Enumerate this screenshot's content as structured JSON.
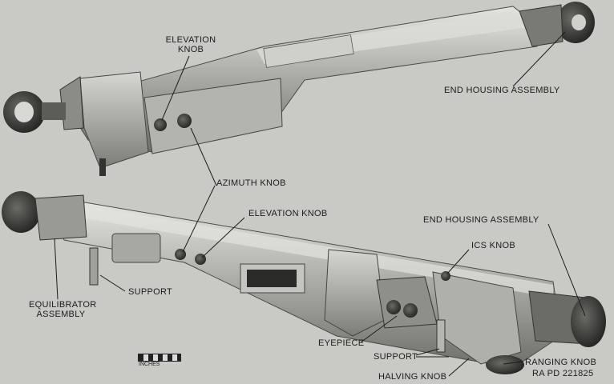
{
  "labels": {
    "elevation_knob_top_1": "ELEVATION",
    "elevation_knob_top_2": "KNOB",
    "end_housing_top": "END HOUSING ASSEMBLY",
    "azimuth_knob": "AZIMUTH KNOB",
    "elevation_knob_bottom": "ELEVATION KNOB",
    "end_housing_bottom": "END HOUSING ASSEMBLY",
    "ics_knob": "ICS KNOB",
    "support_left": "SUPPORT",
    "equilibrator_1": "EQUILIBRATOR",
    "equilibrator_2": "ASSEMBLY",
    "eyepiece": "EYEPIECE",
    "support_bottom": "SUPPORT",
    "halving_knob": "HALVING KNOB",
    "ranging_knob": "RANGING KNOB",
    "figure_id": "RA PD 221825",
    "scale_unit": "INCHES"
  }
}
